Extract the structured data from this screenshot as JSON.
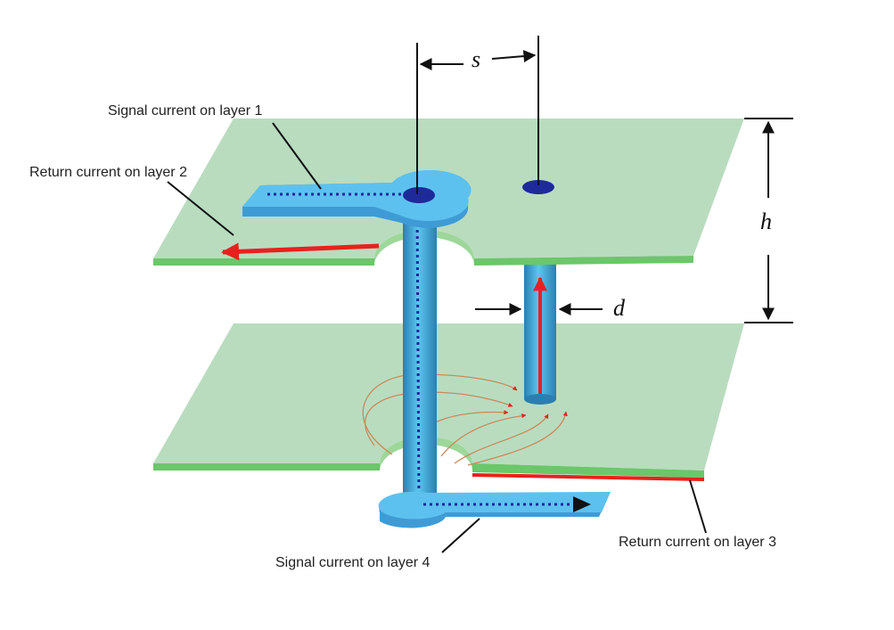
{
  "labels": {
    "signal_layer1": "Signal current on layer 1",
    "return_layer2": "Return current on layer 2",
    "signal_layer4": "Signal current on layer 4",
    "return_layer3": "Return current on layer 3"
  },
  "symbols": {
    "spacing": "s",
    "height": "h",
    "diameter": "d"
  },
  "colors": {
    "plane": "#b9dcbf",
    "plane_edge": "#6cc66a",
    "trace": "#4fb3e6",
    "via": "#2e9cc8",
    "via_hole": "#1e2a9a",
    "return_current": "#e8211e",
    "field_lines": "#c98a5a"
  }
}
